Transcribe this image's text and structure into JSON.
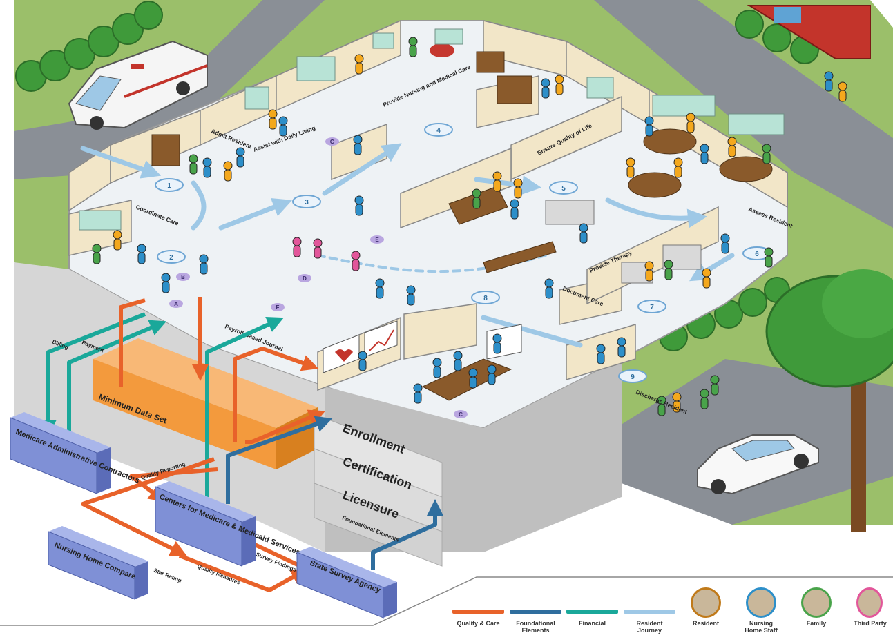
{
  "colors": {
    "quality": "#e8622a",
    "foundational": "#2f6e9e",
    "financial": "#1aa89a",
    "journey": "#9ec8e6",
    "resident_fig": "#f4a81d",
    "staff_fig": "#2d8fc9",
    "family_fig": "#49a34a",
    "third_fig": "#e2569a",
    "box": "#7f90d6",
    "mds": "#f39a3d"
  },
  "rooms": {
    "admit": "Admit Resident",
    "assist": "Assist with Daily Living",
    "nursing": "Provide Nursing and Medical Care",
    "quality_life": "Ensure Quality of Life",
    "coordinate": "Coordinate Care",
    "assess": "Assess Resident",
    "therapy": "Provide Therapy",
    "document": "Document Care",
    "discharge": "Discharge Resident",
    "payroll": "Payroll-Based Journal"
  },
  "steps": [
    "1",
    "2",
    "3",
    "4",
    "5",
    "6",
    "7",
    "8",
    "9"
  ],
  "letters": [
    "A",
    "B",
    "C",
    "D",
    "E",
    "F",
    "G"
  ],
  "flows": {
    "billing": "Billing",
    "payment": "Payment",
    "quality_reporting": "Quality Reporting",
    "star_rating": "Star Rating",
    "quality_measures": "Quality Measures",
    "survey_findings": "Survey Findings",
    "foundational_elements": "Foundational Elements"
  },
  "mds": "Minimum Data Set",
  "foundation": {
    "enrollment": "Enrollment",
    "certification": "Certification",
    "licensure": "Licensure"
  },
  "entities": {
    "mac": "Medicare Administrative Contractors",
    "cms": "Centers for Medicare & Medicaid Services",
    "nhc": "Nursing Home Compare",
    "ssa": "State Survey Agency"
  },
  "legend": {
    "lines": [
      {
        "label": "Quality & Care",
        "color": "#e8622a"
      },
      {
        "label": "Foundational Elements",
        "color": "#2f6e9e"
      },
      {
        "label": "Financial",
        "color": "#1aa89a"
      },
      {
        "label": "Resident Journey",
        "color": "#9ec8e6"
      }
    ],
    "people": [
      {
        "label": "Resident",
        "color": "#f4a81d"
      },
      {
        "label": "Nursing Home Staff",
        "color": "#2d8fc9"
      },
      {
        "label": "Family",
        "color": "#49a34a"
      },
      {
        "label": "Third Party",
        "color": "#e2569a"
      }
    ]
  }
}
